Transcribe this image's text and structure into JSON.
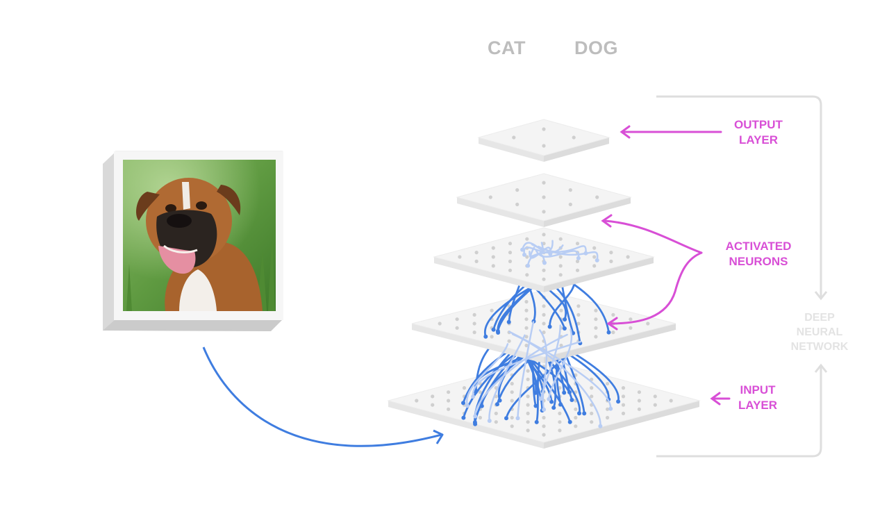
{
  "classes": {
    "cat": "CAT",
    "dog": "DOG"
  },
  "annotations": {
    "output_layer": [
      "OUTPUT",
      "LAYER"
    ],
    "activated_neurons": [
      "ACTIVATED",
      "NEURONS"
    ],
    "input_layer": [
      "INPUT",
      "LAYER"
    ]
  },
  "network_label": [
    "DEEP",
    "NEURAL",
    "NETWORK"
  ],
  "input_image": {
    "subject": "boxer-dog-photo"
  },
  "colors": {
    "annotation": "#d84fd6",
    "class_label": "#bdbdbd",
    "connection": "#3f7de0",
    "connection_faded": "#b8cdf4",
    "layer_top": "#f4f4f4",
    "layer_edge": "#e4e4e4",
    "neuron_dot": "#cfcfcf",
    "bracket": "#dedede",
    "network_label": "#e3e3e3"
  },
  "icons": [
    "output-arrow-icon",
    "activated-arrow-icon",
    "input-arrow-icon",
    "image-flow-arrow-icon"
  ]
}
